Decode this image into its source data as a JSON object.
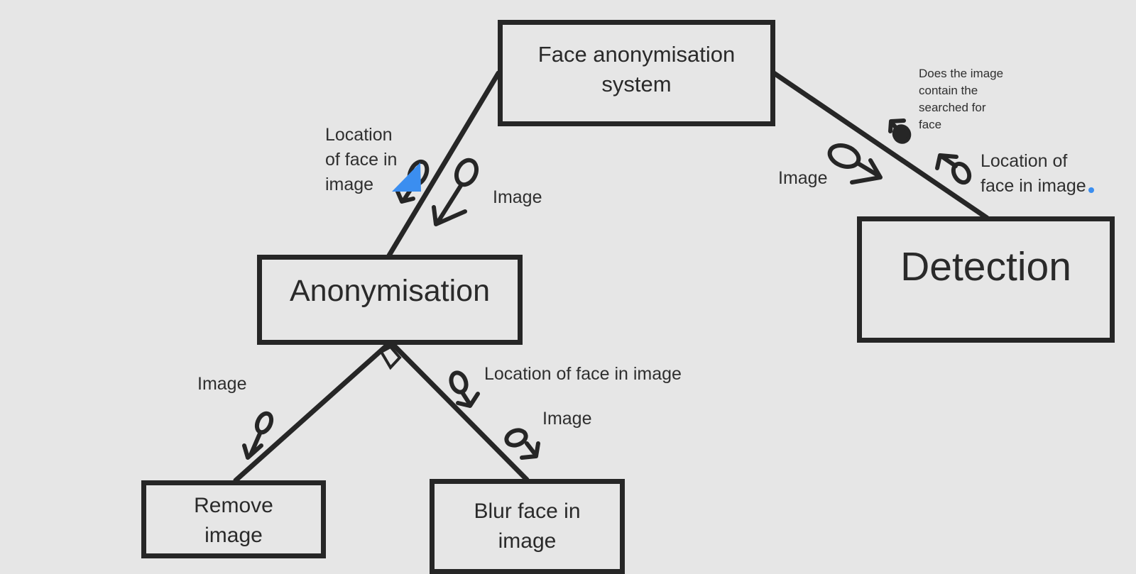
{
  "modules": {
    "root": "Face anonymisation system",
    "anonymisation": "Anonymisation",
    "detection": "Detection",
    "remove": "Remove image",
    "blur": "Blur face in image"
  },
  "flows": {
    "root_to_anon_data": "Image",
    "anon_to_root_data": "Location of face in image",
    "root_to_detection_data": "Image",
    "detection_to_root_flag": "Does the image contain the searched for face",
    "detection_to_root_data": "Location of face in image",
    "anon_to_remove_data": "Image",
    "anon_to_blur_data_1": "Location of face in image",
    "anon_to_blur_data_2": "Image"
  },
  "colors": {
    "background": "#e6e6e6",
    "ink": "#262626",
    "highlight": "#3b8ef0"
  }
}
